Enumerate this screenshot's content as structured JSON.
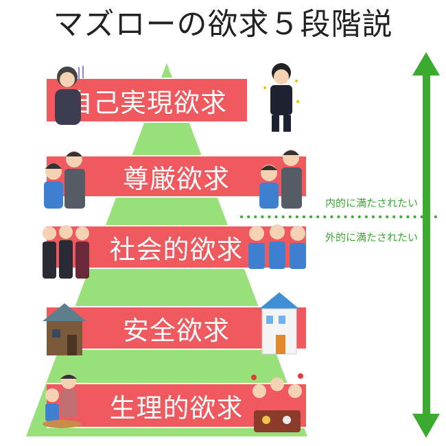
{
  "title": "マズローの欲求５段階説",
  "levels": [
    {
      "label": "自己実現欲求"
    },
    {
      "label": "尊厳欲求"
    },
    {
      "label": "社会的欲求"
    },
    {
      "label": "安全欲求"
    },
    {
      "label": "生理的欲求"
    }
  ],
  "divider": {
    "upper_label": "内的に満たされたい",
    "lower_label": "外的に満たされたい"
  },
  "colors": {
    "band": "#f05a5f",
    "pyramid": "#98e07a",
    "arrow": "#3aab2e",
    "text_green": "#38a832"
  },
  "icons": [
    "double-arrow-icon",
    "person-illustration",
    "house-illustration"
  ]
}
